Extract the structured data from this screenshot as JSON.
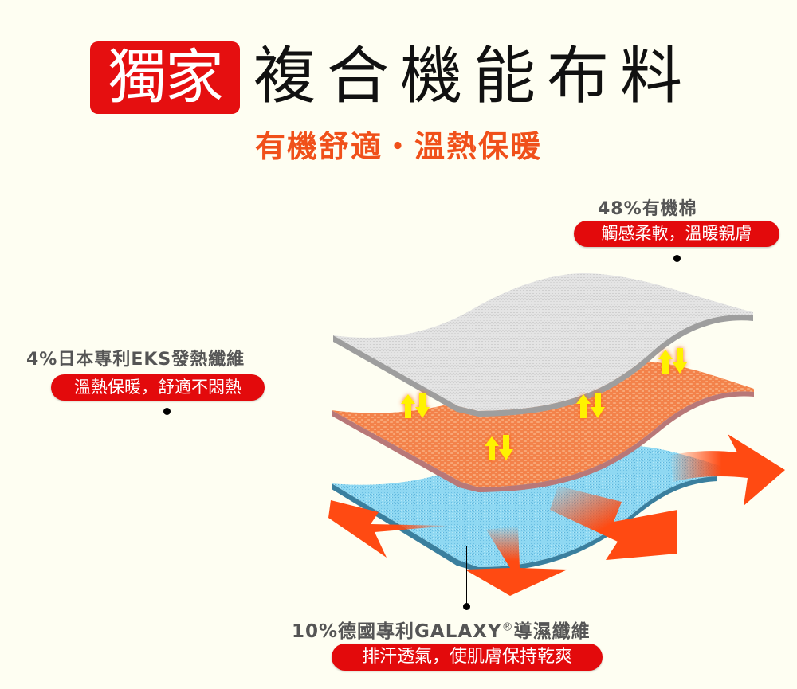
{
  "header": {
    "badge": "獨家",
    "title": "複合機能布料",
    "subtitle": "有機舒適・溫熱保暖"
  },
  "layers": [
    {
      "id": "top",
      "title": "48%有機棉",
      "tagline": "觸感柔軟，溫暖親膚",
      "color": "#e6e6e6"
    },
    {
      "id": "middle",
      "title": "4%日本專利EKS發熱纖維",
      "tagline": "溫熱保暖，舒適不悶熱",
      "color": "#f5884f"
    },
    {
      "id": "bottom",
      "title_prefix": "10%德國專利GALAXY",
      "title_mark": "®",
      "title_suffix": "導濕纖維",
      "tagline": "排汗透氣，使肌膚保持乾爽",
      "color": "#8fd6f0"
    }
  ],
  "colors": {
    "background": "#fefef2",
    "badge_red": "#e50f10",
    "subtitle_orange": "#f0501a",
    "pill_red": "#e30a0c",
    "arrow_yellow": "#fff200",
    "arrow_orange": "#ff4a12"
  },
  "icons": {
    "heat_exchange": "up-down-arrows-icon",
    "moisture_flow": "arrow-outward-icon"
  }
}
